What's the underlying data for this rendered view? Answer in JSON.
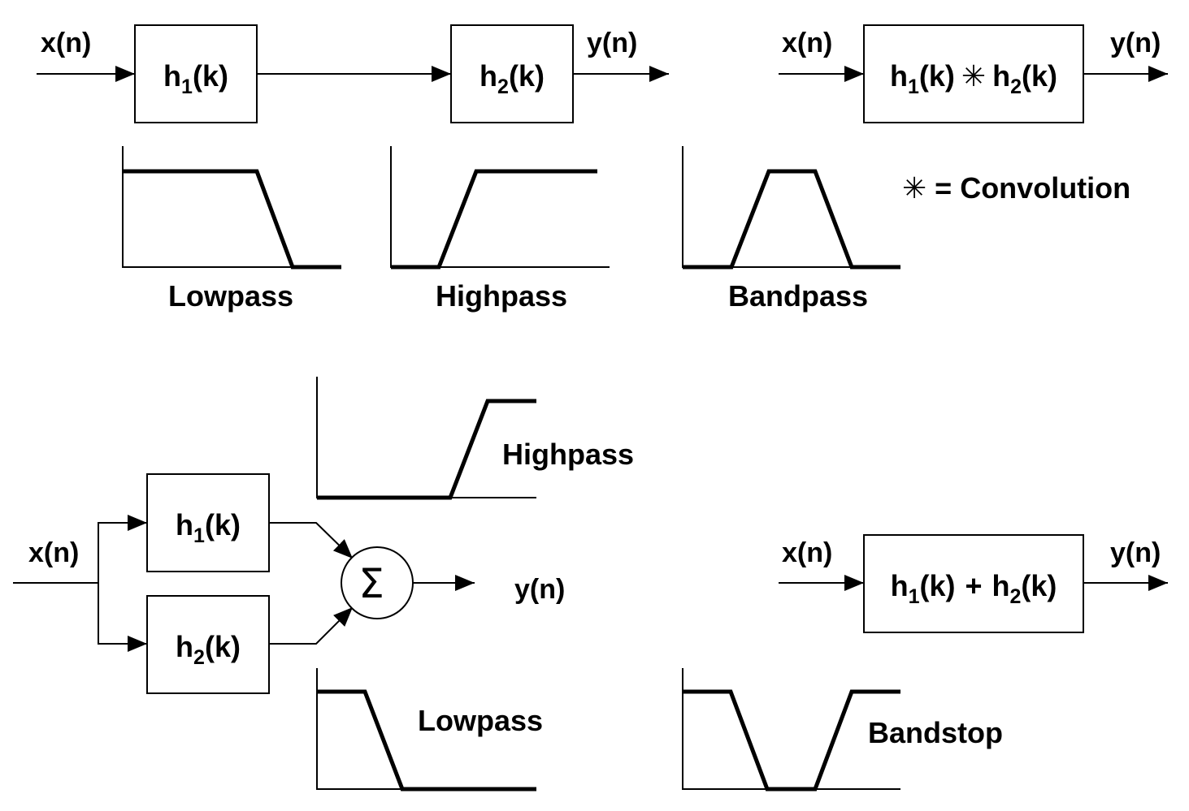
{
  "signals": {
    "x": "x(n)",
    "y": "y(n)"
  },
  "blocks": {
    "h": "h",
    "k": "(k)",
    "sub1": "1",
    "sub2": "2",
    "conv_op": "✳",
    "sum_op": "+"
  },
  "legend": {
    "symbol": "✳",
    "text": "= Convolution"
  },
  "summer": {
    "symbol": "Σ"
  },
  "responses": {
    "lowpass": "Lowpass",
    "highpass": "Highpass",
    "bandpass": "Bandpass",
    "bandstop": "Bandstop"
  }
}
